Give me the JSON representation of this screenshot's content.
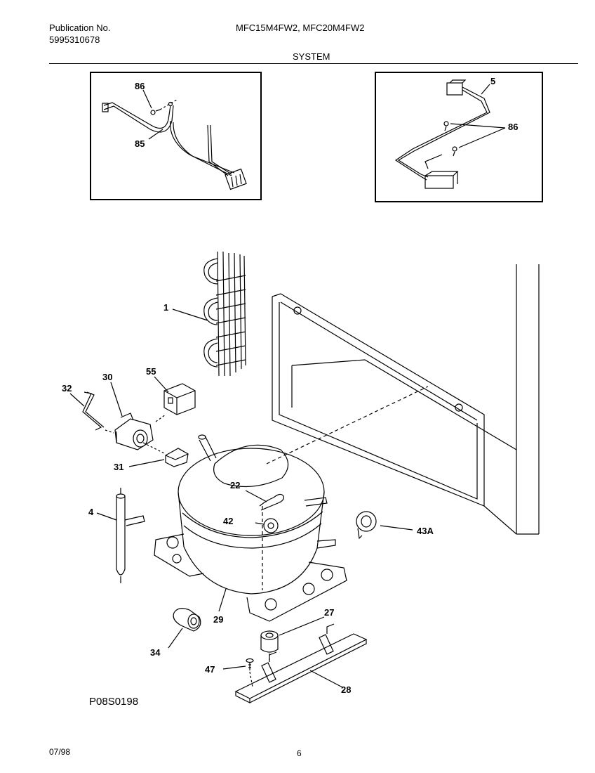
{
  "header": {
    "publication_label": "Publication No.",
    "publication_number": "5995310678",
    "models": "MFC15M4FW2, MFC20M4FW2",
    "section": "SYSTEM"
  },
  "callouts": {
    "c86_left": "86",
    "c85": "85",
    "c5": "5",
    "c86_right": "86",
    "c1": "1",
    "c30": "30",
    "c55": "55",
    "c32": "32",
    "c31": "31",
    "c22": "22",
    "c4": "4",
    "c42": "42",
    "c43a": "43A",
    "c29": "29",
    "c27": "27",
    "c34": "34",
    "c47": "47",
    "c28": "28"
  },
  "figure_code": "P08S0198",
  "footer": {
    "date": "07/98",
    "page": "6"
  }
}
